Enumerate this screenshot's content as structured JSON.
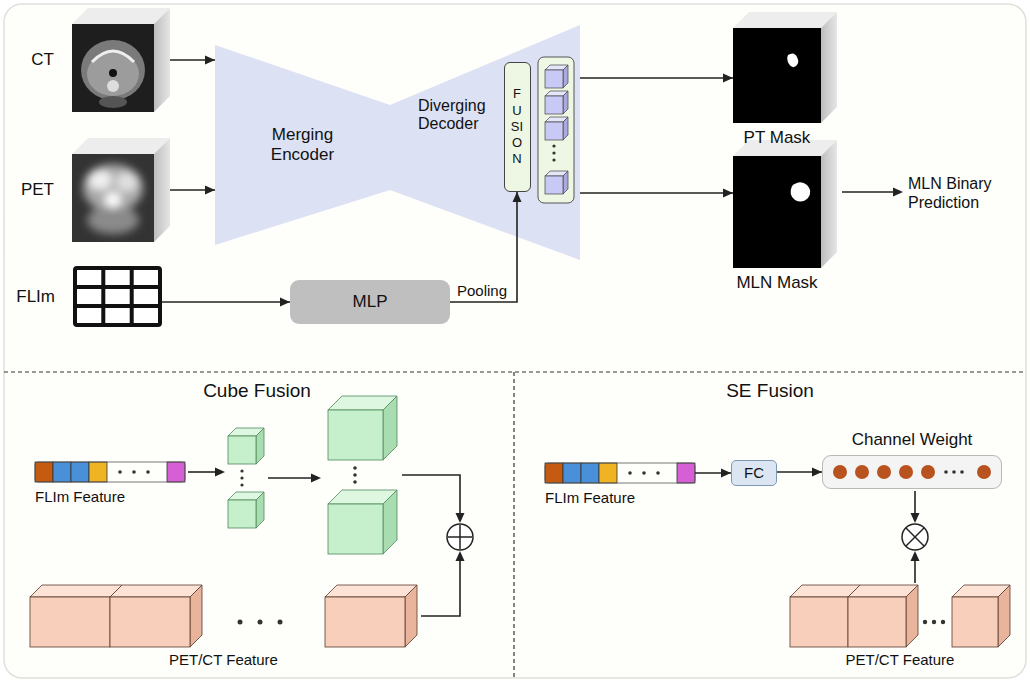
{
  "diagram": {
    "nodes": [
      {
        "text": [
          "CT"
        ]
      },
      {
        "text": [
          "PET"
        ]
      },
      {
        "text": [
          "FLIm"
        ]
      },
      {
        "text": [
          "Merging Encoder"
        ]
      },
      {
        "text": [
          "Diverging Decoder"
        ]
      },
      {
        "text": [
          "FUSION"
        ],
        "in": 4
      },
      {
        "text": [
          "MLP"
        ]
      },
      {
        "text": [
          "PT Mask"
        ]
      },
      {
        "text": [
          "MLN Mask"
        ]
      },
      {
        "text": [
          "FLIm Feature"
        ]
      },
      {
        "text": [
          "PET/CT Feature"
        ]
      },
      {
        "text": [
          "FLIm Feature"
        ]
      },
      {
        "text": [
          "FC"
        ]
      },
      {
        "text": [
          "Channel Weight"
        ]
      },
      {
        "text": [
          "PET/CT Feature"
        ]
      }
    ],
    "edges": [
      {
        "from": 0,
        "to": 3,
        "arrow": "to"
      },
      {
        "from": 1,
        "to": 3,
        "arrow": "to"
      },
      {
        "from": 2,
        "to": 6,
        "arrow": "to"
      },
      {
        "from": 6,
        "to": 5,
        "label": "Pooling",
        "arrow": "to"
      },
      {
        "from": 4,
        "to": 7,
        "arrow": "to"
      },
      {
        "from": 4,
        "to": 8,
        "arrow": "to"
      },
      {
        "from": 11,
        "to": 12,
        "arrow": "to"
      },
      {
        "from": 12,
        "to": 13,
        "arrow": "to"
      }
    ],
    "labels": [
      "MLN Binary Prediction",
      "Cube Fusion",
      "SE Fusion"
    ]
  }
}
